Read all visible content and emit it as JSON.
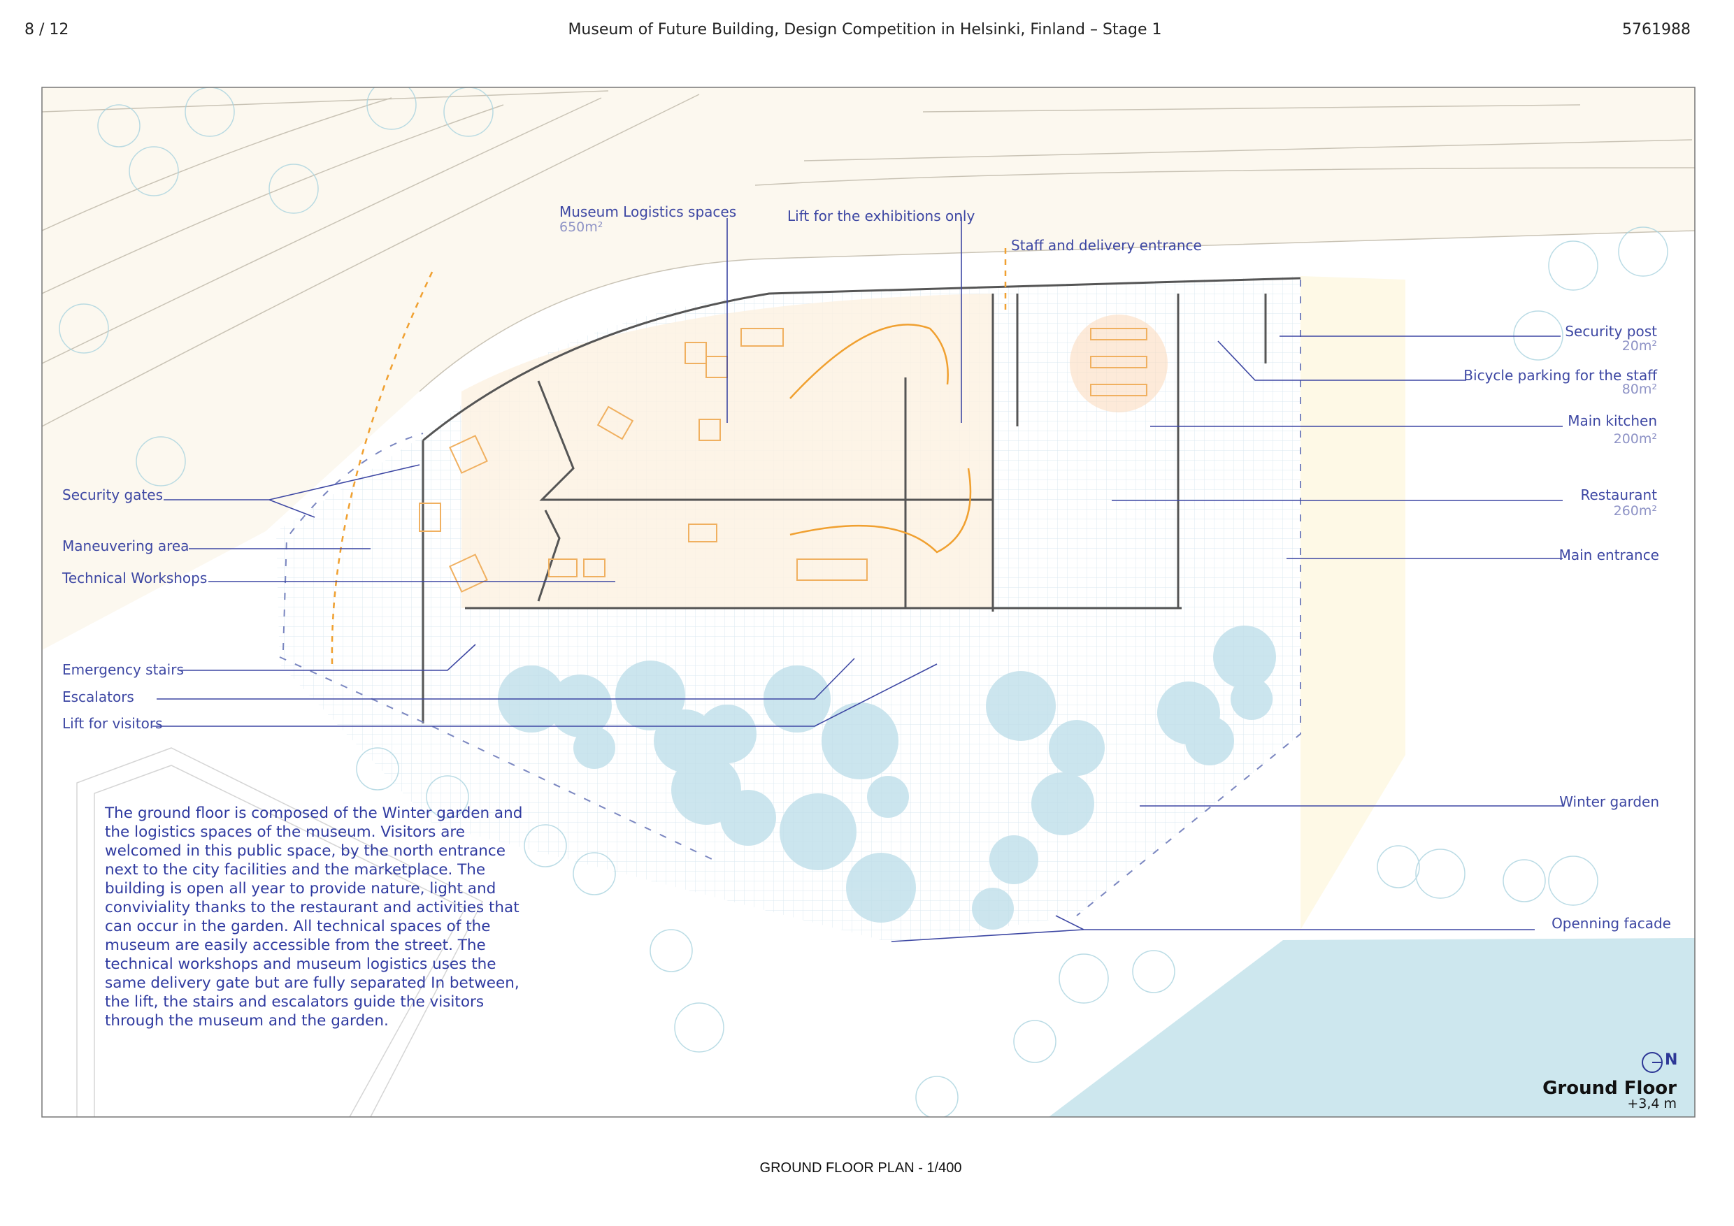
{
  "header": {
    "page": "8 / 12",
    "title": "Museum of Future Building, Design Competition in Helsinki, Finland – Stage 1",
    "id": "5761988"
  },
  "labels_left": [
    "Security gates",
    "Maneuvering area",
    "Technical Workshops",
    "Emergency stairs",
    "Escalators",
    "Lift for visitors"
  ],
  "labels_top": {
    "logistics": "Museum Logistics spaces",
    "logistics_area": "650m²",
    "lift_exhibitions": "Lift for the exhibitions only",
    "staff_entrance": "Staff and delivery entrance"
  },
  "labels_right": {
    "security_post": "Security post",
    "security_post_area": "20m²",
    "bicycle": "Bicycle parking for the staff",
    "bicycle_area": "80m²",
    "kitchen": "Main kitchen",
    "kitchen_area": "200m²",
    "restaurant": "Restaurant",
    "restaurant_area": "260m²",
    "main_entrance": "Main entrance",
    "winter_garden": "Winter garden",
    "opening_facade": "Openning facade"
  },
  "description": "The ground floor is composed of the Winter garden and the logistics spaces of the museum. Visitors are welcomed in this public space, by the north entrance next to the city facilities and the marketplace. The building is open all year to provide nature, light and conviviality thanks to the restaurant and activities that can occur in the garden. All technical spaces of the museum are easily accessible from the street. The technical workshops and museum logistics uses the same delivery gate but are fully separated In between, the lift, the stairs and escalators guide the visitors through the museum and the garden.",
  "north_label": "N",
  "floor": {
    "name": "Ground Floor",
    "elevation": "+3,4 m"
  },
  "footer": "GROUND FLOOR PLAN - 1/400",
  "colors": {
    "label": "#3d47a3",
    "water": "#cde7ee",
    "tree": "#cfe6ee",
    "orange": "#f0a030",
    "road": "#fbf7ee"
  }
}
